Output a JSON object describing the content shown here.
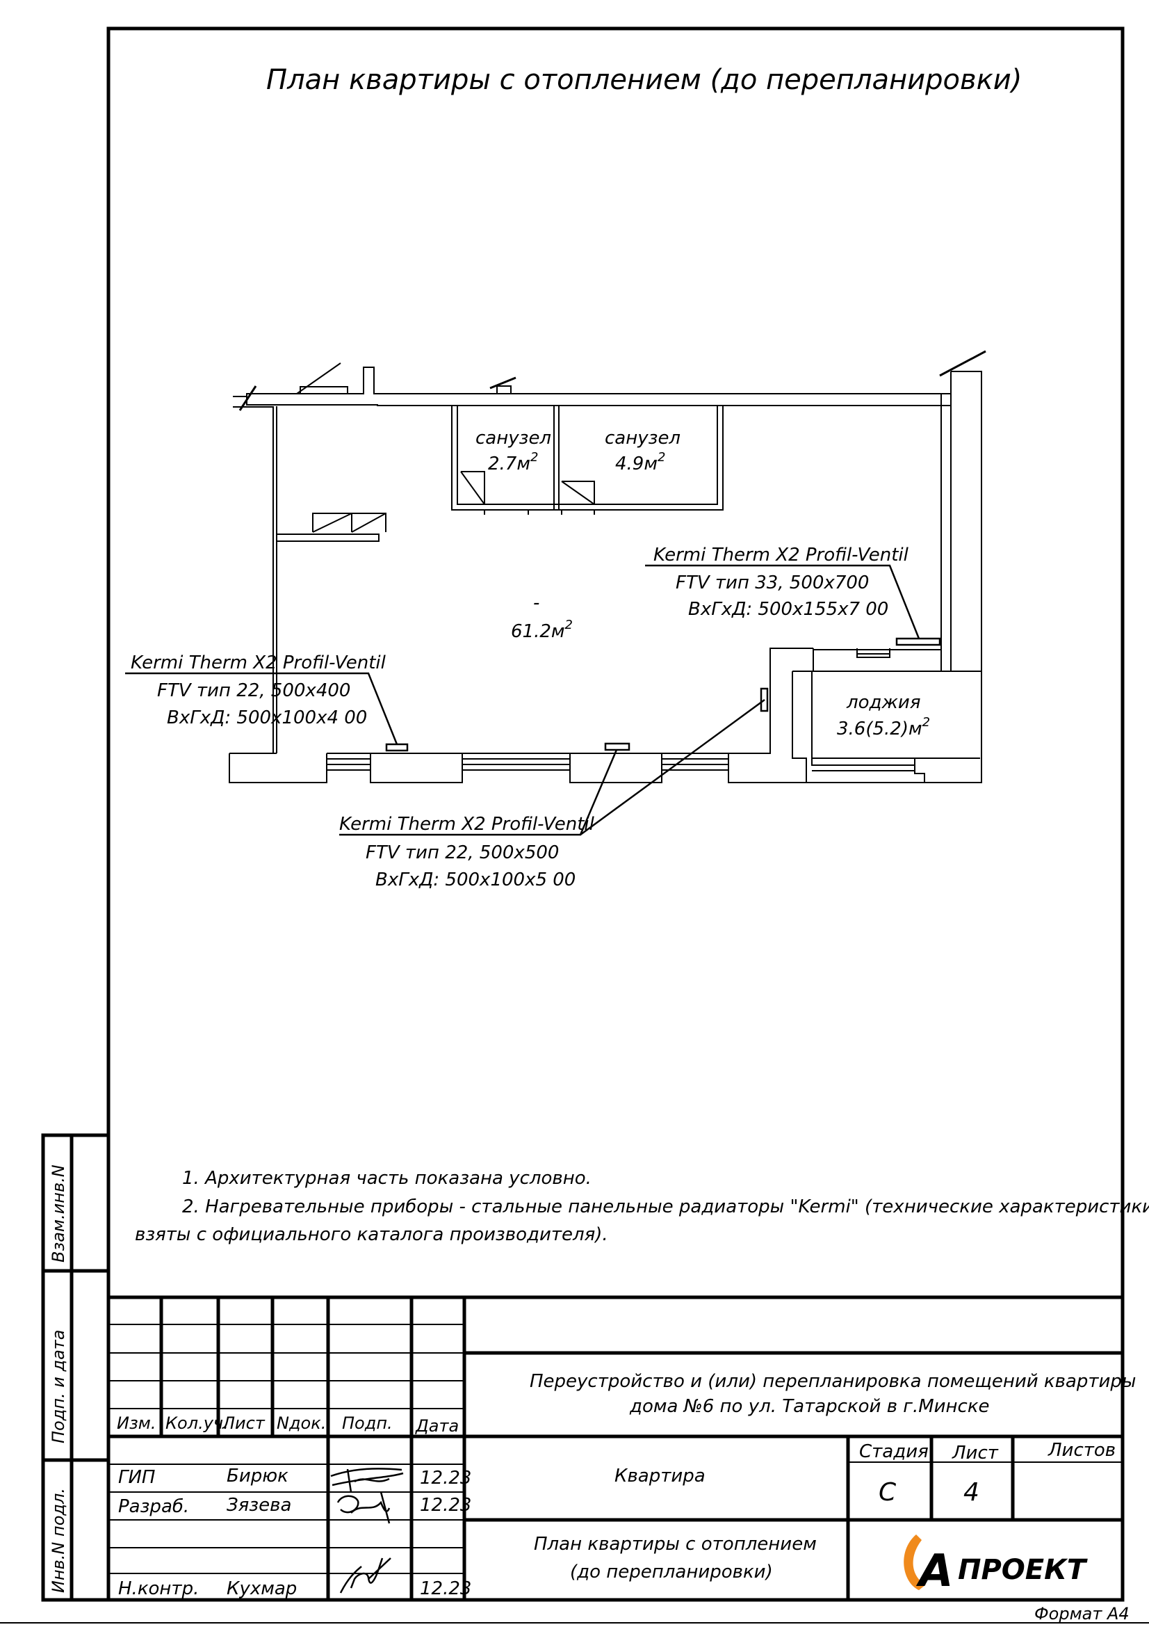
{
  "title": "План квартиры с отоплением (до перепланировки)",
  "rooms": {
    "wc1": {
      "name": "санузел",
      "area": "2.7м",
      "sup": "2"
    },
    "wc2": {
      "name": "санузел",
      "area": "4.9м",
      "sup": "2"
    },
    "main": {
      "name": "-",
      "area": "61.2м",
      "sup": "2"
    },
    "loggia": {
      "name": "лоджия",
      "area": "3.6(5.2)м",
      "sup": "2"
    }
  },
  "radiators": [
    {
      "model": "Kermi Therm X2 Profil-Ventil",
      "type": "FTV тип 33, 500х700",
      "dims": "ВхГхД: 500х155х7 00"
    },
    {
      "model": "Kermi Therm X2 Profil-Ventil",
      "type": "FTV тип 22, 500х400",
      "dims": "ВхГхД: 500х100х4 00"
    },
    {
      "model": "Kermi Therm X2 Profil-Ventil",
      "type": "FTV тип 22, 500х500",
      "dims": "ВхГхД: 500х100х5 00"
    }
  ],
  "notes": [
    "1. Архитектурная часть показана условно.",
    "2. Нагревательные приборы - стальные панельные радиаторы \"Kermi\" (технические характеристики",
    "взяты с официального каталога производителя)."
  ],
  "side_labels": {
    "vzam": "Взам.инв.N",
    "podp": "Подп. и дата",
    "inv": "Инв.N подл."
  },
  "stamp": {
    "headers": [
      "Изм.",
      "Кол.уч.",
      "Лист",
      "Nдок.",
      "Подп.",
      "Дата"
    ],
    "people": [
      {
        "role": "ГИП",
        "name": "Бирюк",
        "date": "12.23"
      },
      {
        "role": "Разраб.",
        "name": "Зязева",
        "date": "12.23"
      },
      {
        "role": "Н.контр.",
        "name": "Кухмар",
        "date": "12.23"
      }
    ],
    "project_line1": "Переустройство и (или) перепланировка помещений квартиры",
    "project_line2": "дома №6 по ул. Татарской в г.Минске",
    "object": "Квартира",
    "stage_label": "Стадия",
    "sheet_label": "Лист",
    "sheets_label": "Листов",
    "stage": "С",
    "sheet": "4",
    "drawing_line1": "План квартиры с отоплением",
    "drawing_line2": "(до перепланировки)",
    "logo_letter": "А",
    "logo_text": "ПРОЕКТ"
  },
  "format": "Формат А4",
  "colors": {
    "logo_orange": "#f08a1c",
    "logo_dark": "#1a1a1a"
  }
}
